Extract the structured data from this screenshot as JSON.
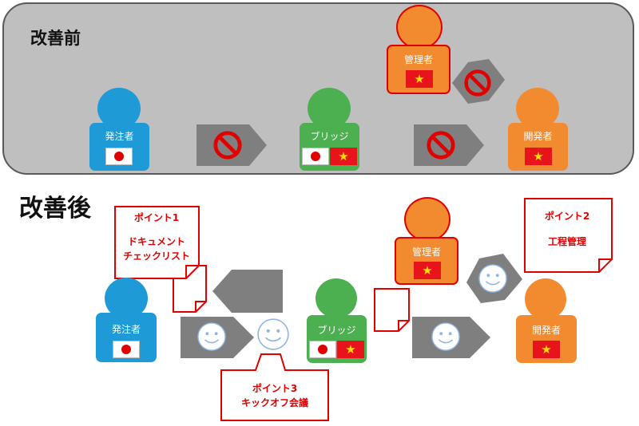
{
  "before": {
    "title": "改善前",
    "customer": {
      "label": "発注者"
    },
    "bridge": {
      "label": "ブリッジ"
    },
    "manager": {
      "label": "管理者"
    },
    "developer": {
      "label": "開発者"
    }
  },
  "after": {
    "title": "改善後",
    "customer": {
      "label": "発注者"
    },
    "bridge": {
      "label": "ブリッジ"
    },
    "manager": {
      "label": "管理者"
    },
    "developer": {
      "label": "開発者"
    },
    "point1": {
      "title": "ポイント1",
      "line1": "ドキュメント",
      "line2": "チェックリスト"
    },
    "point2": {
      "title": "ポイント2",
      "line1": "工程管理"
    },
    "point3": {
      "title": "ポイント3",
      "line1": "キックオフ会議"
    }
  },
  "colors": {
    "customer": "#1e9ad6",
    "bridge": "#4caf50",
    "staff": "#f28b30",
    "accent": "#e00000",
    "panel": "#bfbfbf",
    "arrow": "#7f7f7f"
  },
  "icons": [
    "prohibited-icon",
    "smiley-icon",
    "document-icon",
    "japan-flag-icon",
    "vietnam-flag-icon"
  ]
}
